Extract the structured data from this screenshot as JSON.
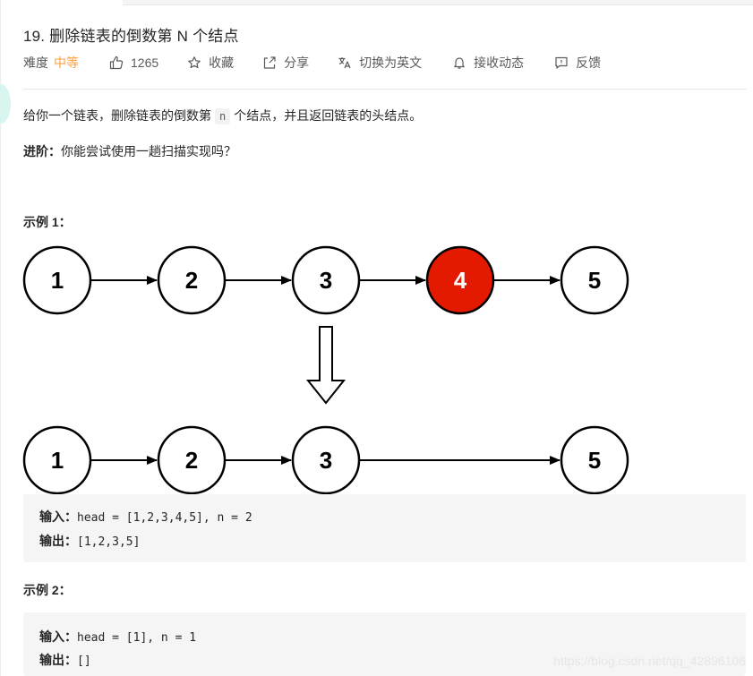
{
  "problem": {
    "title": "19. 删除链表的倒数第 N 个结点",
    "difficulty_label": "难度",
    "difficulty_value": "中等",
    "likes": "1265",
    "favorite_label": "收藏",
    "share_label": "分享",
    "switch_lang_label": "切换为英文",
    "notify_label": "接收动态",
    "feedback_label": "反馈",
    "difficulty_color": "#ff9e3d"
  },
  "description": {
    "part1": "给你一个链表，删除链表的倒数第",
    "code": "n",
    "part2": "个结点，并且返回链表的头结点。",
    "advanced_label": "进阶：",
    "advanced_text": "你能尝试使用一趟扫描实现吗？"
  },
  "example1": {
    "title": "示例 1：",
    "diagram": {
      "top_nodes": [
        "1",
        "2",
        "3",
        "4",
        "5"
      ],
      "highlighted": "4",
      "bottom_nodes": [
        "1",
        "2",
        "3",
        "5"
      ],
      "highlight_color": "#e31a00"
    },
    "input_label": "输入：",
    "input_value": "head = [1,2,3,4,5], n = 2",
    "output_label": "输出：",
    "output_value": "[1,2,3,5]"
  },
  "example2": {
    "title": "示例 2：",
    "input_label": "输入：",
    "input_value": "head = [1], n = 1",
    "output_label": "输出：",
    "output_value": "[]"
  },
  "watermark": "https://blog.csdn.net/qq_42896106",
  "icons": [
    "thumbs-up-icon",
    "star-icon",
    "share-icon",
    "translate-icon",
    "bell-icon",
    "feedback-icon",
    "down-arrow-icon"
  ]
}
